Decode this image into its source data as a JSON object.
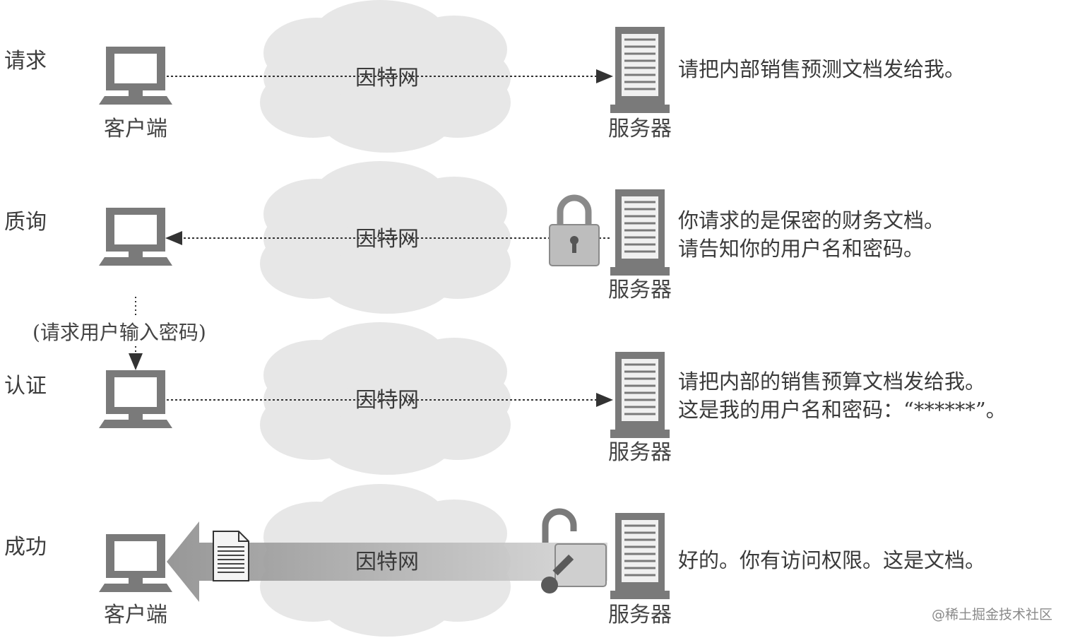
{
  "stages": [
    {
      "label": "请求",
      "client_label": "客户端",
      "server_label": "服务器",
      "cloud_label": "因特网",
      "message": [
        "请把内部销售预测文档发给我。"
      ],
      "direction": "to-server"
    },
    {
      "label": "质询",
      "client_label": "",
      "server_label": "服务器",
      "cloud_label": "因特网",
      "message": [
        "你请求的是保密的财务文档。",
        "请告知你的用户名和密码。"
      ],
      "direction": "to-client",
      "lock": "locked"
    },
    {
      "label": "认证",
      "client_label": "",
      "server_label": "服务器",
      "cloud_label": "因特网",
      "message": [
        "请把内部的销售预算文档发给我。",
        "这是我的用户名和密码：“******”。"
      ],
      "direction": "to-server"
    },
    {
      "label": "成功",
      "client_label": "客户端",
      "server_label": "服务器",
      "cloud_label": "因特网",
      "message": [
        "好的。你有访问权限。这是文档。"
      ],
      "direction": "document-to-client",
      "lock": "unlocked"
    }
  ],
  "prompt_note": "(请求用户输入密码)",
  "watermark": "@稀土掘金技术社区",
  "colors": {
    "device": "#7a7a7a",
    "cloud": "#e6e6e6",
    "arrow": "#333333",
    "big_arrow": "#8f8f8f"
  }
}
